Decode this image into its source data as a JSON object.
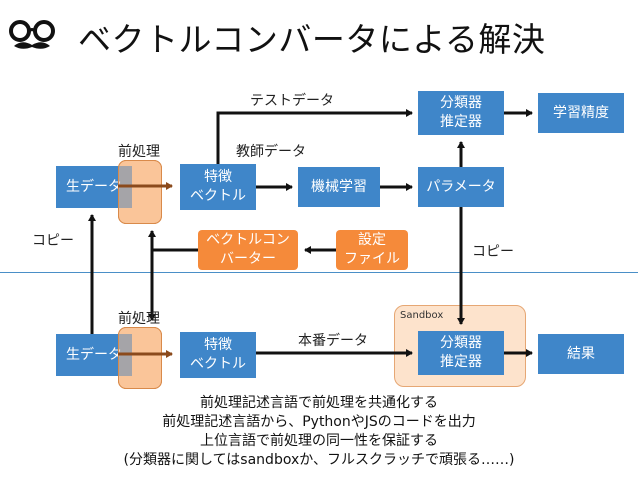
{
  "title": "ベクトルコンバータによる解決",
  "boxes": {
    "raw_top": "生データ",
    "feat_top_1": "特徴",
    "feat_top_2": "ベクトル",
    "ml": "機械学習",
    "param": "パラメータ",
    "clf_top_1": "分類器",
    "clf_top_2": "推定器",
    "accuracy": "学習精度",
    "converter_1": "ベクトルコン",
    "converter_2": "バーター",
    "config_1": "設定",
    "config_2": "ファイル",
    "raw_bottom": "生データ",
    "feat_bottom_1": "特徴",
    "feat_bottom_2": "ベクトル",
    "clf_bottom_1": "分類器",
    "clf_bottom_2": "推定器",
    "result": "結果"
  },
  "labels": {
    "test_data": "テストデータ",
    "teacher_data": "教師データ",
    "preprocess_top": "前処理",
    "preprocess_bottom": "前処理",
    "copy_left": "コピー",
    "copy_right": "コピー",
    "production_data": "本番データ",
    "sandbox": "Sandbox"
  },
  "notes": [
    "前処理記述言語で前処理を共通化する",
    "前処理記述言語から、PythonやJSのコードを出力",
    "上位言語で前処理の同一性を保証する",
    "(分類器に関してはsandboxか、フルスクラッチで頑張る……)"
  ],
  "colors": {
    "box_blue": "#3f86c9",
    "box_orange": "#f58a3a",
    "preprocess_fill": "#fabe8c",
    "arrow_brown": "#8b4a1c",
    "separator": "#4a8fc7"
  }
}
